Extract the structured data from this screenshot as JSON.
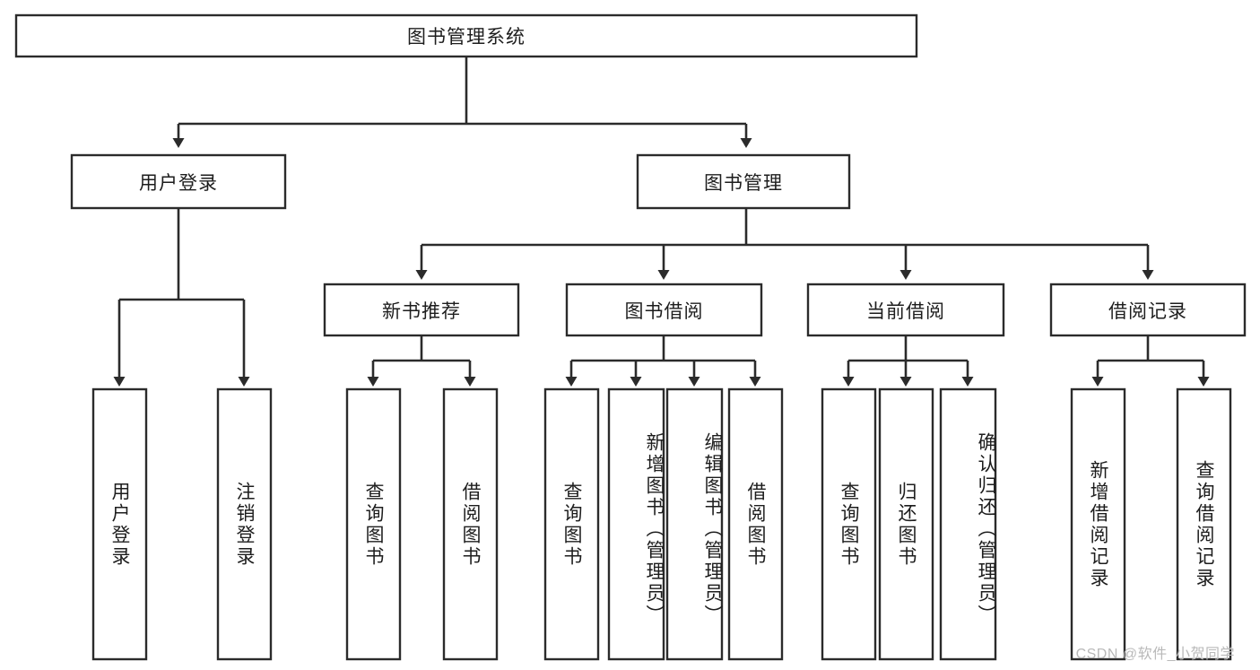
{
  "diagram": {
    "type": "hierarchy-tree",
    "title": "图书管理系统",
    "root": {
      "label": "图书管理系统"
    },
    "level2": [
      {
        "label": "用户登录"
      },
      {
        "label": "图书管理"
      }
    ],
    "level3": [
      {
        "label": "新书推荐"
      },
      {
        "label": "图书借阅"
      },
      {
        "label": "当前借阅"
      },
      {
        "label": "借阅记录"
      }
    ],
    "leaves": {
      "user_login": [
        {
          "label": "用户登录"
        },
        {
          "label": "注销登录"
        }
      ],
      "new_book_recommend": [
        {
          "label": "查询图书"
        },
        {
          "label": "借阅图书"
        }
      ],
      "book_borrow": [
        {
          "label": "查询图书"
        },
        {
          "label": "新增图书（管理员）"
        },
        {
          "label": "编辑图书（管理员）"
        },
        {
          "label": "借阅图书"
        }
      ],
      "current_borrow": [
        {
          "label": "查询图书"
        },
        {
          "label": "归还图书"
        },
        {
          "label": "确认归还（管理员）"
        }
      ],
      "borrow_record": [
        {
          "label": "新增借阅记录"
        },
        {
          "label": "查询借阅记录"
        }
      ]
    }
  },
  "watermark": {
    "text": "CSDN @软件_小贺同学"
  },
  "colors": {
    "stroke": "#2b2b2b",
    "box_fill": "#ffffff",
    "text": "#1d1d1d",
    "watermark": "#b9b9b9",
    "background": "#ffffff"
  }
}
